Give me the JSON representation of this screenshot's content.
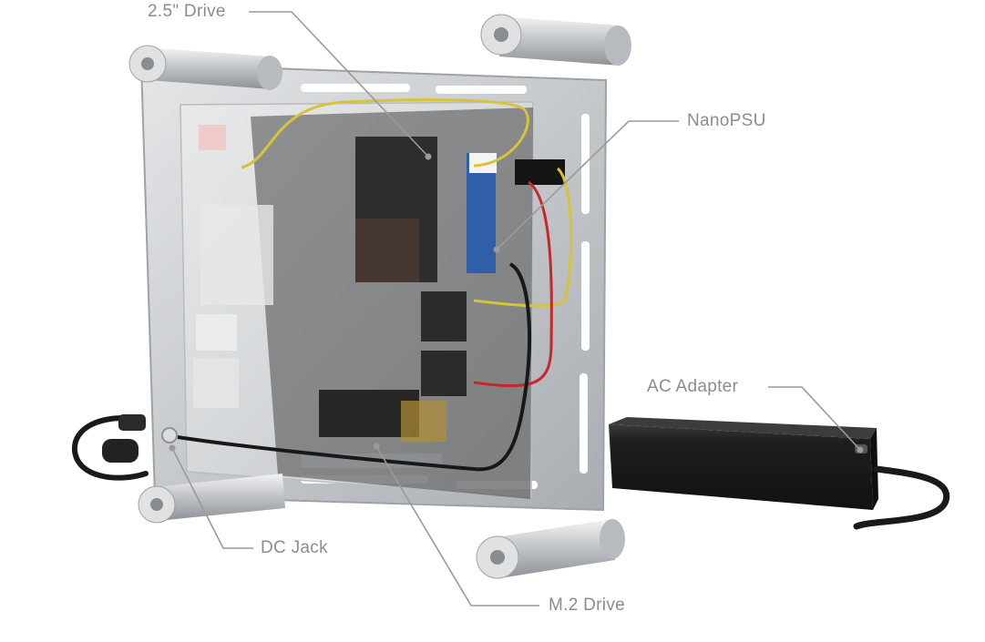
{
  "callouts": {
    "drive_25": "2.5\" Drive",
    "nanopsu": "NanoPSU",
    "ac_adapter": "AC Adapter",
    "dc_jack": "DC Jack",
    "m2_drive": "M.2 Drive"
  },
  "colors": {
    "background": "#ffffff",
    "label_text": "#8c8c8c",
    "leader_line": "#9a9a9a",
    "aluminum": "#c9cbce",
    "aluminum_dark": "#9ea1a5",
    "acrylic": "#d9dcde",
    "pcb": "#2e2e2e",
    "cable_yellow": "#d8c23a",
    "cable_red": "#c8272a",
    "psu_blue": "#2f5fa8",
    "adapter_black": "#1c1c1c"
  },
  "icons": {
    "case": "open-frame-aluminum-pc-case",
    "adapter": "ac-power-brick"
  }
}
